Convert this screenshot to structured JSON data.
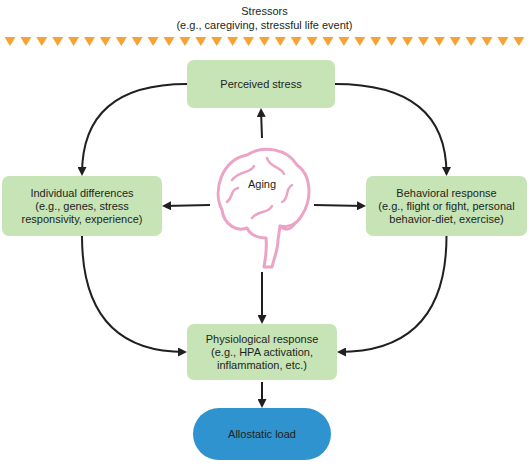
{
  "diagram": {
    "nodes": [
      {
        "text": [
          "Perceived stress"
        ]
      },
      {
        "text": [
          "Individual differences",
          "(e.g., genes, stress responsivity, experience)"
        ]
      },
      {
        "text": [
          "Aging"
        ]
      },
      {
        "text": [
          "Behavioral response",
          "(e.g., flight or fight, personal behavior-diet, exercise)"
        ]
      },
      {
        "text": [
          "Physiological response",
          "(e.g., HPA activation, inflammation, etc.)"
        ]
      },
      {
        "text": [
          "Allostatic load"
        ]
      }
    ],
    "edges": [
      {
        "from": 0,
        "to": 1,
        "arrow": "to"
      },
      {
        "from": 0,
        "to": 3,
        "arrow": "to"
      },
      {
        "from": 1,
        "to": 4,
        "arrow": "to"
      },
      {
        "from": 3,
        "to": 4,
        "arrow": "to"
      },
      {
        "from": 2,
        "to": 0,
        "arrow": "to"
      },
      {
        "from": 2,
        "to": 1,
        "arrow": "to"
      },
      {
        "from": 2,
        "to": 3,
        "arrow": "to"
      },
      {
        "from": 2,
        "to": 4,
        "arrow": "to"
      },
      {
        "from": 4,
        "to": 5,
        "arrow": "to"
      }
    ],
    "labels": [
      "Stressors",
      "(e.g., caregiving, stressful life event)"
    ]
  }
}
